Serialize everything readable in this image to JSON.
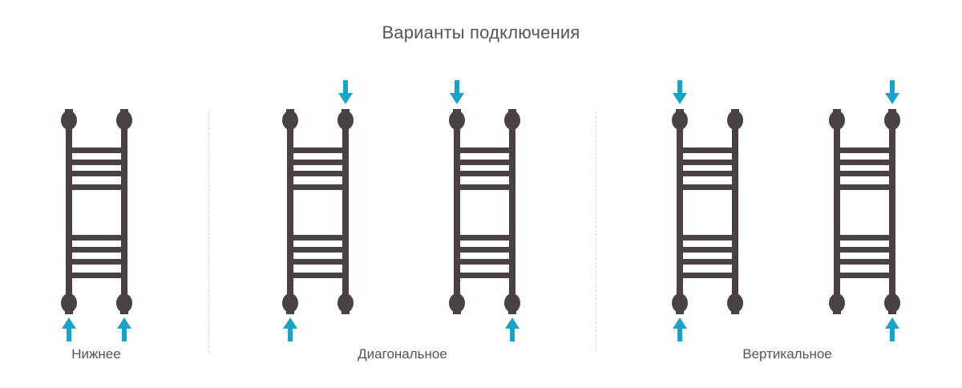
{
  "title": "Варианты подключения",
  "groups": [
    {
      "label": "Нижнее"
    },
    {
      "label": "Диагональное"
    },
    {
      "label": "Вертикальное"
    }
  ],
  "diagrams": [
    {
      "group": 0,
      "arrows": [
        "bottom-left",
        "bottom-right"
      ]
    },
    {
      "group": 1,
      "arrows": [
        "top-right",
        "bottom-left"
      ]
    },
    {
      "group": 1,
      "arrows": [
        "top-left",
        "bottom-right"
      ]
    },
    {
      "group": 2,
      "arrows": [
        "top-left",
        "bottom-left"
      ]
    },
    {
      "group": 2,
      "arrows": [
        "top-right",
        "bottom-right"
      ]
    }
  ],
  "colors": {
    "rail": "#4a4242",
    "arrow": "#1aa3c9",
    "text": "#555555",
    "divider": "#d4d4d4"
  }
}
